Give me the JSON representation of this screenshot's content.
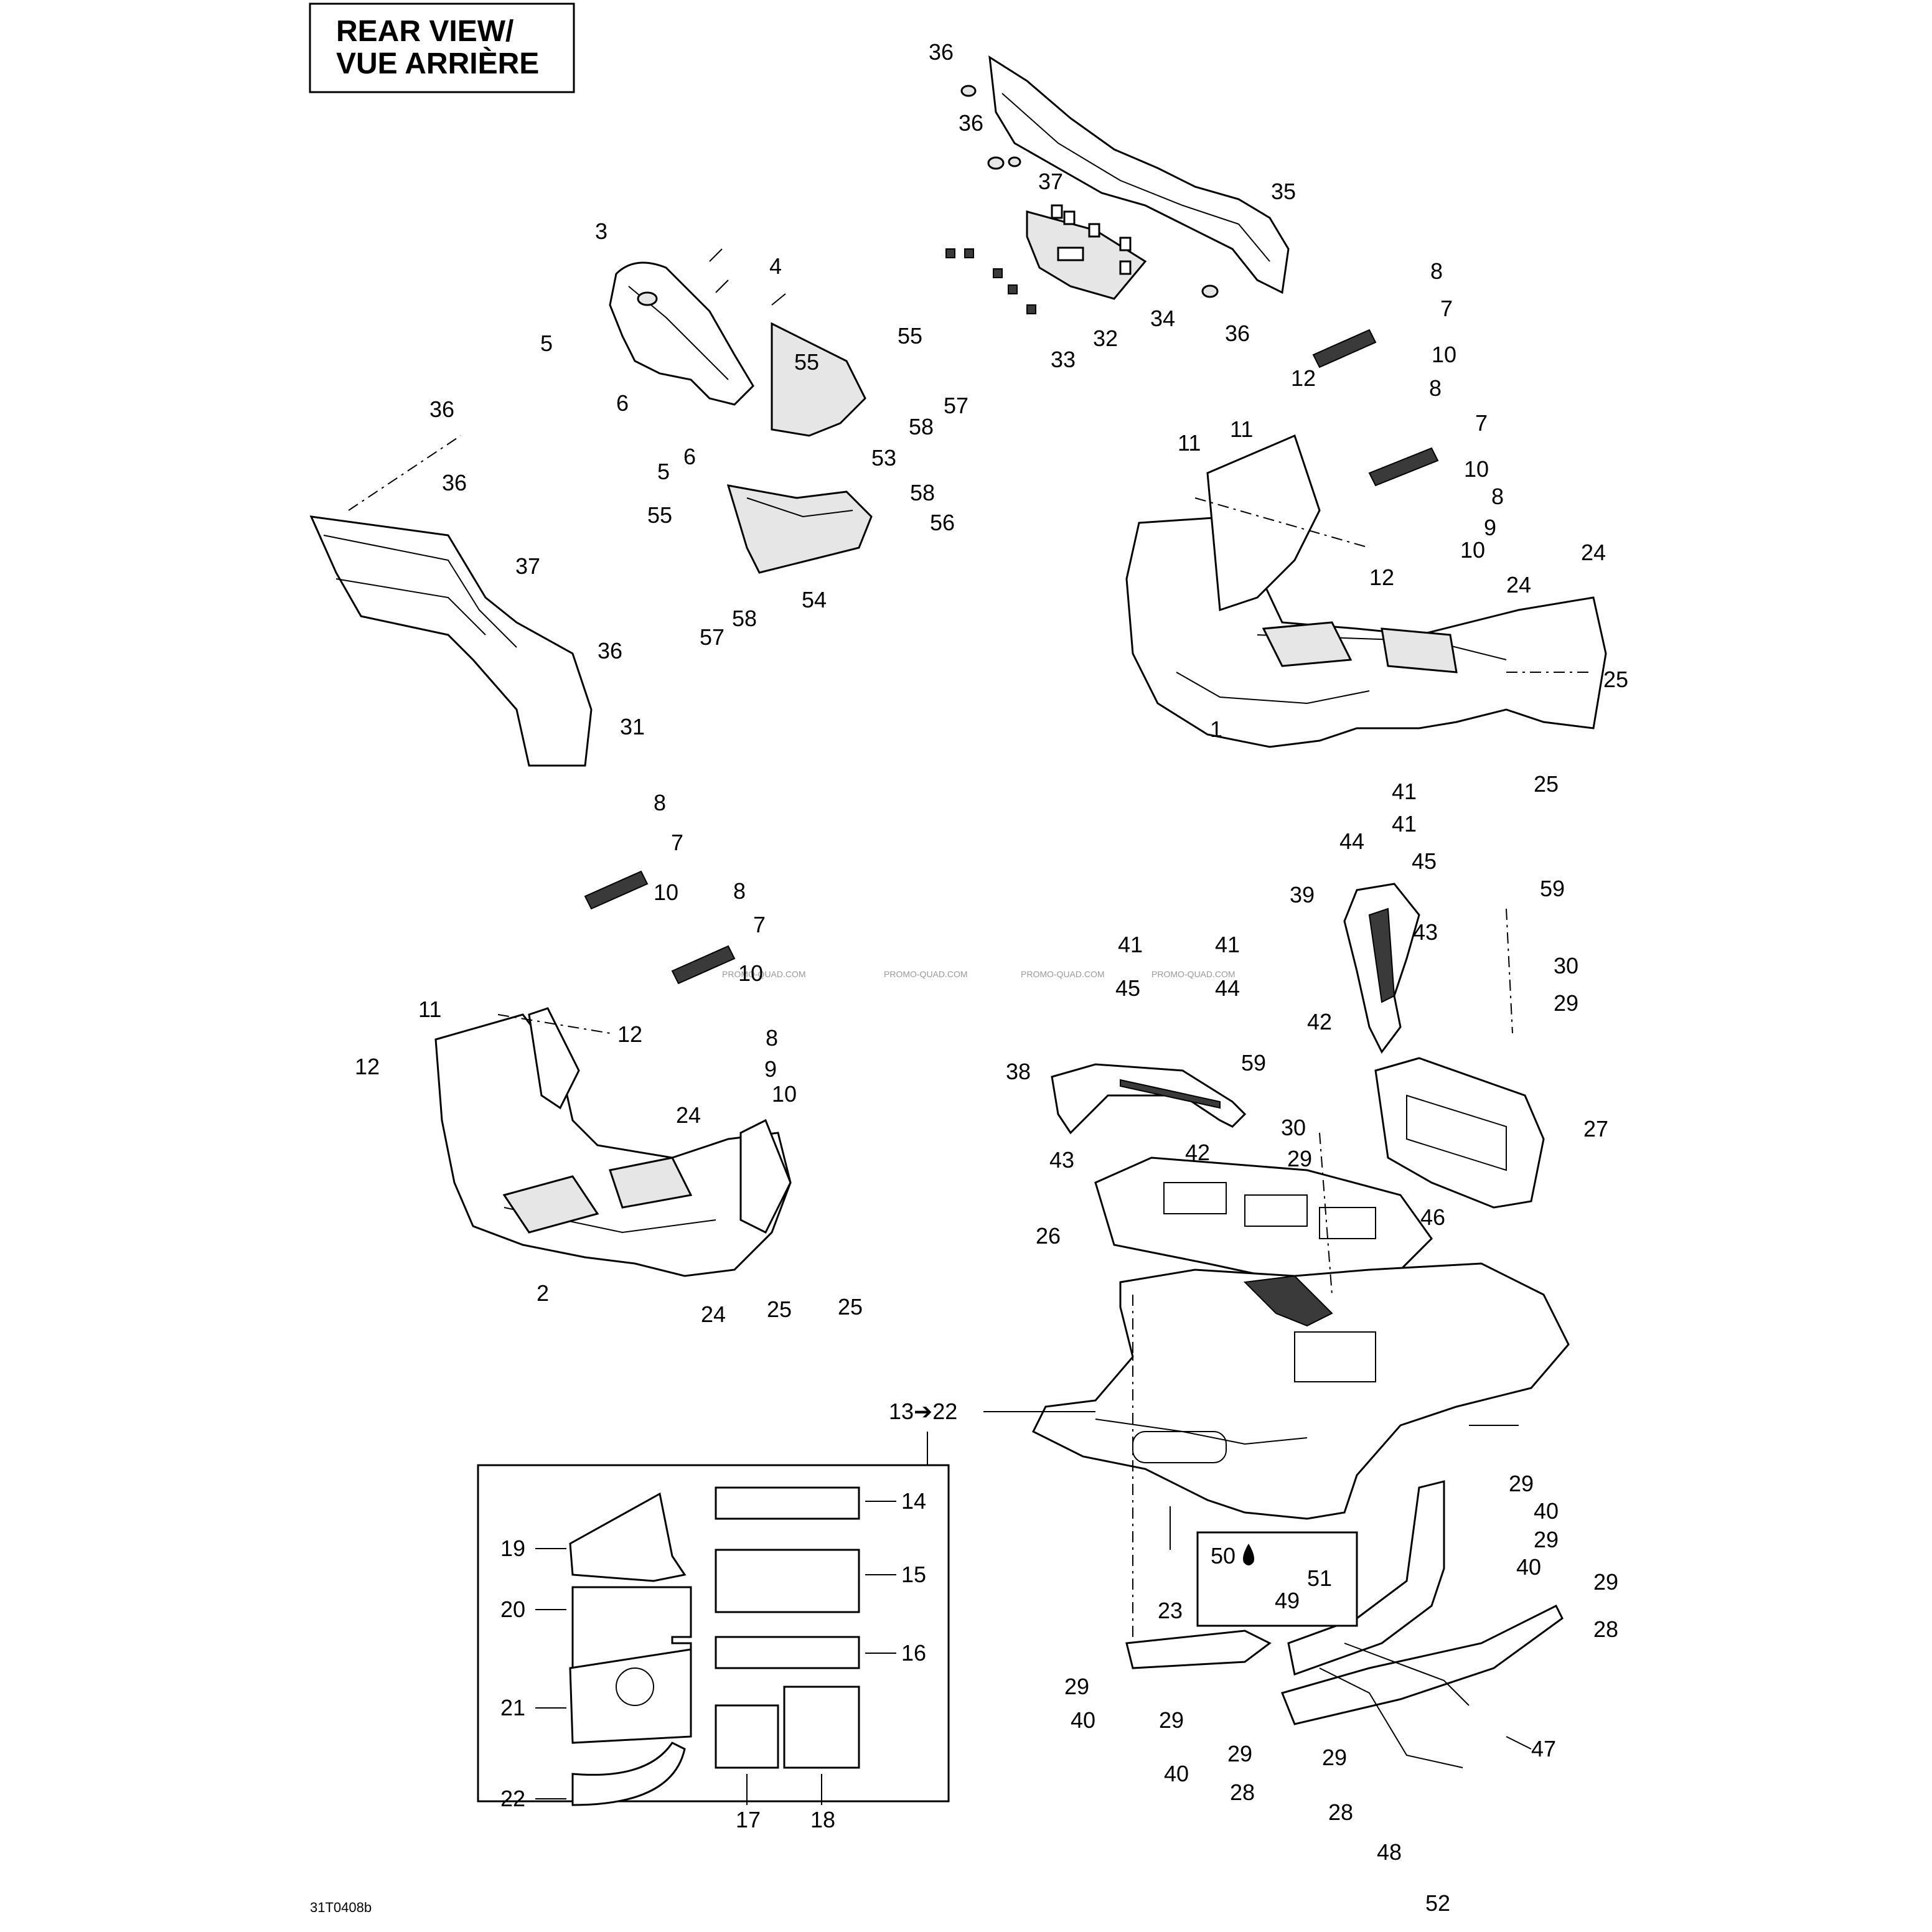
{
  "view_label_line1": "REAR VIEW/",
  "view_label_line2": "VUE ARRIÈRE",
  "drawing_number": "31T0408b",
  "watermark": "PROMO-QUAD.COM",
  "range_callout": "13➔22",
  "lube_callout": "50",
  "callouts": {
    "c1": "1",
    "c2": "2",
    "c3": "3",
    "c4": "4",
    "c5a": "5",
    "c5b": "5",
    "c6a": "6",
    "c6b": "6",
    "c7a": "7",
    "c7b": "7",
    "c7c": "7",
    "c7d": "7",
    "c8a": "8",
    "c8b": "8",
    "c8c": "8",
    "c8d": "8",
    "c8e": "8",
    "c8f": "8",
    "c9a": "9",
    "c9b": "9",
    "c10a": "10",
    "c10b": "10",
    "c10c": "10",
    "c10d": "10",
    "c10e": "10",
    "c10f": "10",
    "c11a": "11",
    "c11b": "11",
    "c11c": "11",
    "c12a": "12",
    "c12b": "12",
    "c12c": "12",
    "c12d": "12",
    "c14": "14",
    "c15": "15",
    "c16": "16",
    "c17": "17",
    "c18": "18",
    "c19": "19",
    "c20": "20",
    "c21": "21",
    "c22": "22",
    "c23": "23",
    "c24a": "24",
    "c24b": "24",
    "c24c": "24",
    "c24d": "24",
    "c25a": "25",
    "c25b": "25",
    "c25c": "25",
    "c25d": "25",
    "c26": "26",
    "c27": "27",
    "c28a": "28",
    "c28b": "28",
    "c28c": "28",
    "c29a": "29",
    "c29b": "29",
    "c29c": "29",
    "c29d": "29",
    "c29e": "29",
    "c29f": "29",
    "c29g": "29",
    "c29h": "29",
    "c29i": "29",
    "c30a": "30",
    "c30b": "30",
    "c31": "31",
    "c32": "32",
    "c33": "33",
    "c34": "34",
    "c35": "35",
    "c36a": "36",
    "c36b": "36",
    "c36c": "36",
    "c36d": "36",
    "c36e": "36",
    "c36f": "36",
    "c37a": "37",
    "c37b": "37",
    "c38": "38",
    "c39": "39",
    "c40a": "40",
    "c40b": "40",
    "c40c": "40",
    "c40d": "40",
    "c41a": "41",
    "c41b": "41",
    "c41c": "41",
    "c41d": "41",
    "c42a": "42",
    "c42b": "42",
    "c43a": "43",
    "c43b": "43",
    "c44a": "44",
    "c44b": "44",
    "c45a": "45",
    "c45b": "45",
    "c46": "46",
    "c47": "47",
    "c48": "48",
    "c49": "49",
    "c51": "51",
    "c52": "52",
    "c53": "53",
    "c54": "54",
    "c55a": "55",
    "c55b": "55",
    "c55c": "55",
    "c56": "56",
    "c57a": "57",
    "c57b": "57",
    "c58a": "58",
    "c58b": "58",
    "c58c": "58",
    "c59a": "59",
    "c59b": "59"
  }
}
